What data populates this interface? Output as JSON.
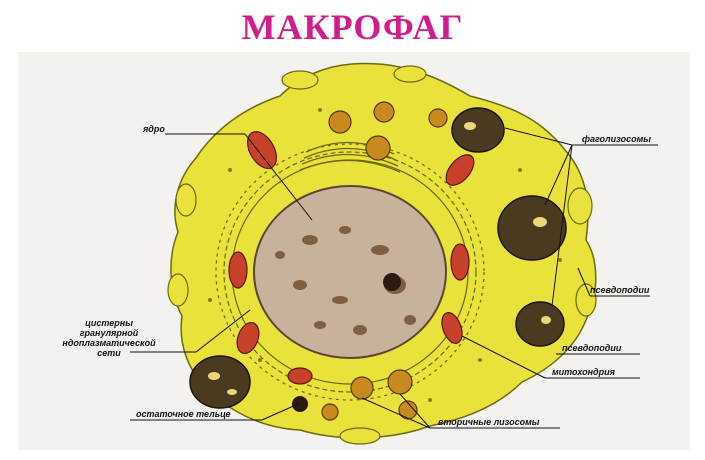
{
  "title": "МАКРОФАГ",
  "labels": {
    "nucleus": "ядро",
    "phagolysosomes": "фаголизосомы",
    "pseudopodia_1": "псевдоподии",
    "pseudopodia_2": "псевдоподии",
    "mitochondrion": "митохондрия",
    "rer_line1": "цистерны",
    "rer_line2": "гранулярной",
    "rer_line3": "ндоплазматической",
    "rer_line4": "сети",
    "residual_body": "остаточное тельце",
    "secondary_lysosomes": "вторичные лизосомы"
  },
  "colors": {
    "title": "#d21c8c",
    "cytoplasm": "#e8e23a",
    "nucleus": "#c9b29b",
    "mitochondria": "#c8412a",
    "lysosome": "#c88a1c",
    "background": "#f3f2ee"
  }
}
